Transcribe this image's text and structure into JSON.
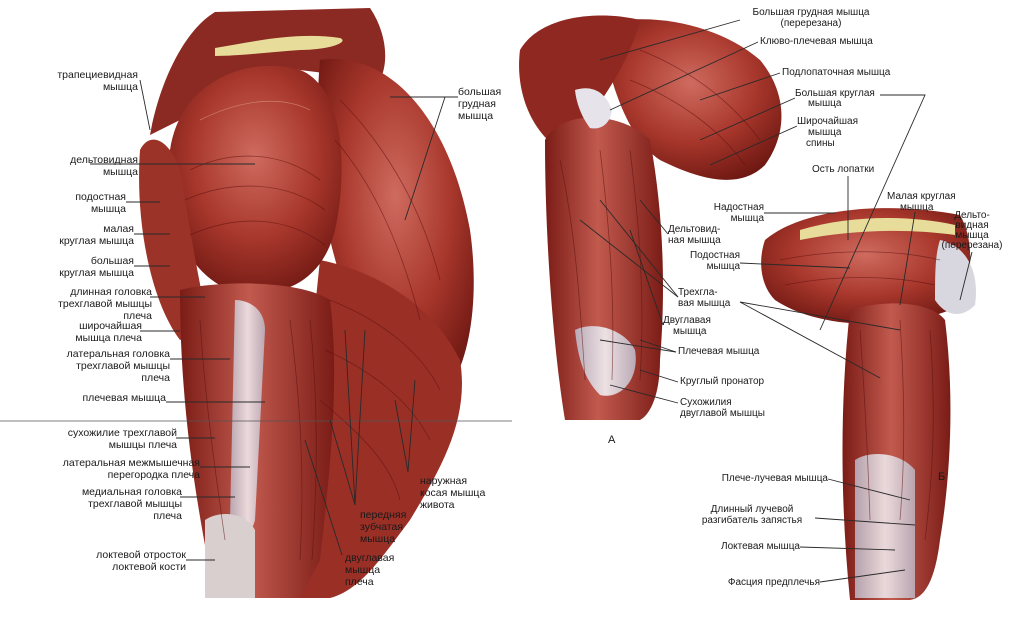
{
  "left_figure": {
    "labels": {
      "trapezius": [
        "трапециевидная",
        "мышца"
      ],
      "deltoid": [
        "дельтовидная",
        "мышца"
      ],
      "infraspinatus": [
        "подостная",
        "мышца"
      ],
      "teres_minor": [
        "малая",
        "круглая мышца"
      ],
      "teres_major": [
        "большая",
        "круглая мышца"
      ],
      "triceps_long_head": [
        "длинная головка",
        "трехглавой мышцы",
        "плеча"
      ],
      "latissimus": [
        "широчайшая",
        "мышца плеча"
      ],
      "triceps_lateral_head": [
        "латеральная головка",
        "трехглавой мышцы",
        "плеча"
      ],
      "brachialis": [
        "плечевая мышца"
      ],
      "triceps_tendon": [
        "сухожилие трехглавой",
        "мышцы плеча"
      ],
      "lateral_septum": [
        "латеральная межмышечная",
        "перегородка плеча"
      ],
      "triceps_medial_head": [
        "медиальная головка",
        "трехглавой мышцы",
        "плеча"
      ],
      "olecranon": [
        "локтевой отросток",
        "локтевой кости"
      ],
      "pectoralis_major": [
        "большая",
        "грудная",
        "мышца"
      ],
      "serratus_anterior": [
        "передняя",
        "зубчатая",
        "мышца"
      ],
      "biceps": [
        "двуглавая",
        "мышца",
        "плеча"
      ],
      "external_oblique": [
        "наружная",
        "косая мышца",
        "живота"
      ]
    }
  },
  "right_figure": {
    "labels": {
      "pec_major_cut": [
        "Большая грудная мышца",
        "(перерезана)"
      ],
      "coracobrachialis": [
        "Клюво-плечевая мышца"
      ],
      "subscapularis": [
        "Подлопаточная мышца"
      ],
      "teres_major": [
        "Большая круглая",
        "мышца"
      ],
      "latissimus_dorsi": [
        "Широчайшая",
        "мышца",
        "спины"
      ],
      "scapular_spine": [
        "Ость лопатки"
      ],
      "deltoid_a": [
        "Дельтовид-",
        "ная мышца"
      ],
      "supraspinatus": [
        "Надостная",
        "мышца"
      ],
      "teres_minor": [
        "Малая круглая",
        "мышца"
      ],
      "deltoid_cut": [
        "Дельто-",
        "видная",
        "мышца",
        "(перерезана)"
      ],
      "infraspinatus": [
        "Подостная",
        "мышца"
      ],
      "triceps": [
        "Трехгла-",
        "вая мышца"
      ],
      "biceps": [
        "Двуглавая",
        "мышца"
      ],
      "brachialis": [
        "Плечевая мышца"
      ],
      "pronator_teres": [
        "Круглый пронатор"
      ],
      "biceps_tendon": [
        "Сухожилия",
        "двуглавой мышцы"
      ],
      "brachioradialis": [
        "Плече-лучевая мышца"
      ],
      "ecrl": [
        "Длинный лучевой",
        "разгибатель запястья"
      ],
      "anconeus": [
        "Локтевая мышца"
      ],
      "forearm_fascia": [
        "Фасция предплечья"
      ]
    },
    "panel_a": "А",
    "panel_b": "Б"
  },
  "colors": {
    "muscle_dark": "#7a1c16",
    "muscle": "#a8372c",
    "muscle_light": "#c9625a",
    "tendon": "#e6e4ea",
    "fat": "#e8dc9a"
  }
}
